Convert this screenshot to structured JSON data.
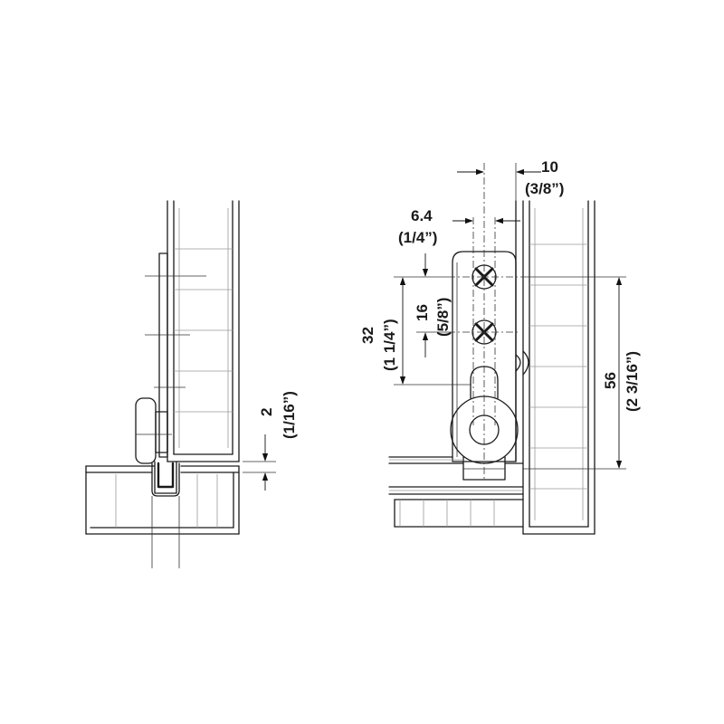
{
  "left_view": {
    "dim_gap": {
      "value": "2",
      "imperial": "(1/16”)"
    }
  },
  "right_view": {
    "dim_offset": {
      "value": "10",
      "imperial": "(3/8”)"
    },
    "dim_center": {
      "value": "6.4",
      "imperial": "(1/4”)"
    },
    "dim_screw_spacing": {
      "value": "16",
      "imperial": "(5/8”)"
    },
    "dim_slot": {
      "value": "32",
      "imperial": "(1 1/4”)"
    },
    "dim_height": {
      "value": "56",
      "imperial": "(2 3/16”)"
    }
  }
}
